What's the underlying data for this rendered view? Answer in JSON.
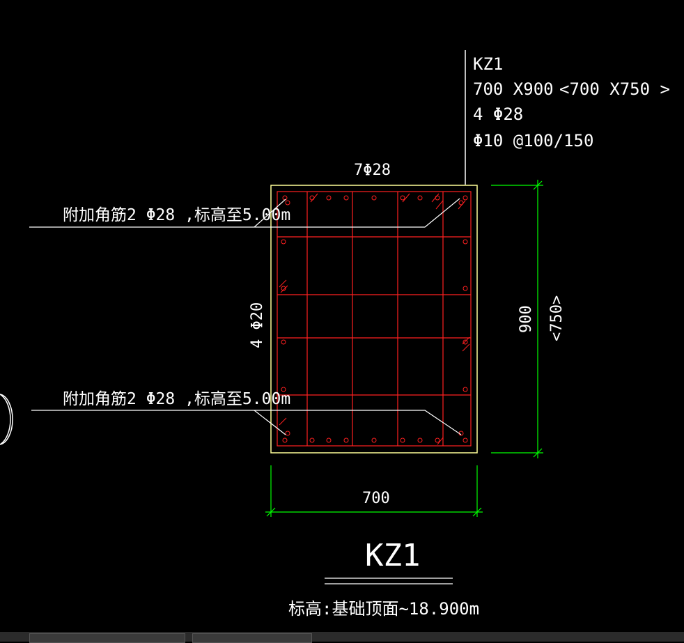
{
  "title_block": {
    "lines": [
      "KZ1",
      "700 X900",
      "<700 X750 >",
      "4 Φ28",
      "Φ10 @100/150"
    ]
  },
  "top_label": "7Φ28",
  "side_label": "4 Φ20",
  "callout_1": "附加角筋2 Φ28 ,标高至5.00m",
  "callout_2": "附加角筋2 Φ28 ,标高至5.00m",
  "dim_width": "700",
  "dim_height": "900",
  "dim_height_alt": "<750>",
  "section_name": "KZ1",
  "elevation": "标高:基础顶面~18.900m",
  "colors": {
    "background": "#000000",
    "section_outline": "#ffff99",
    "stirrup": "#ff2020",
    "dimension": "#00ff00",
    "text": "#ffffff"
  }
}
